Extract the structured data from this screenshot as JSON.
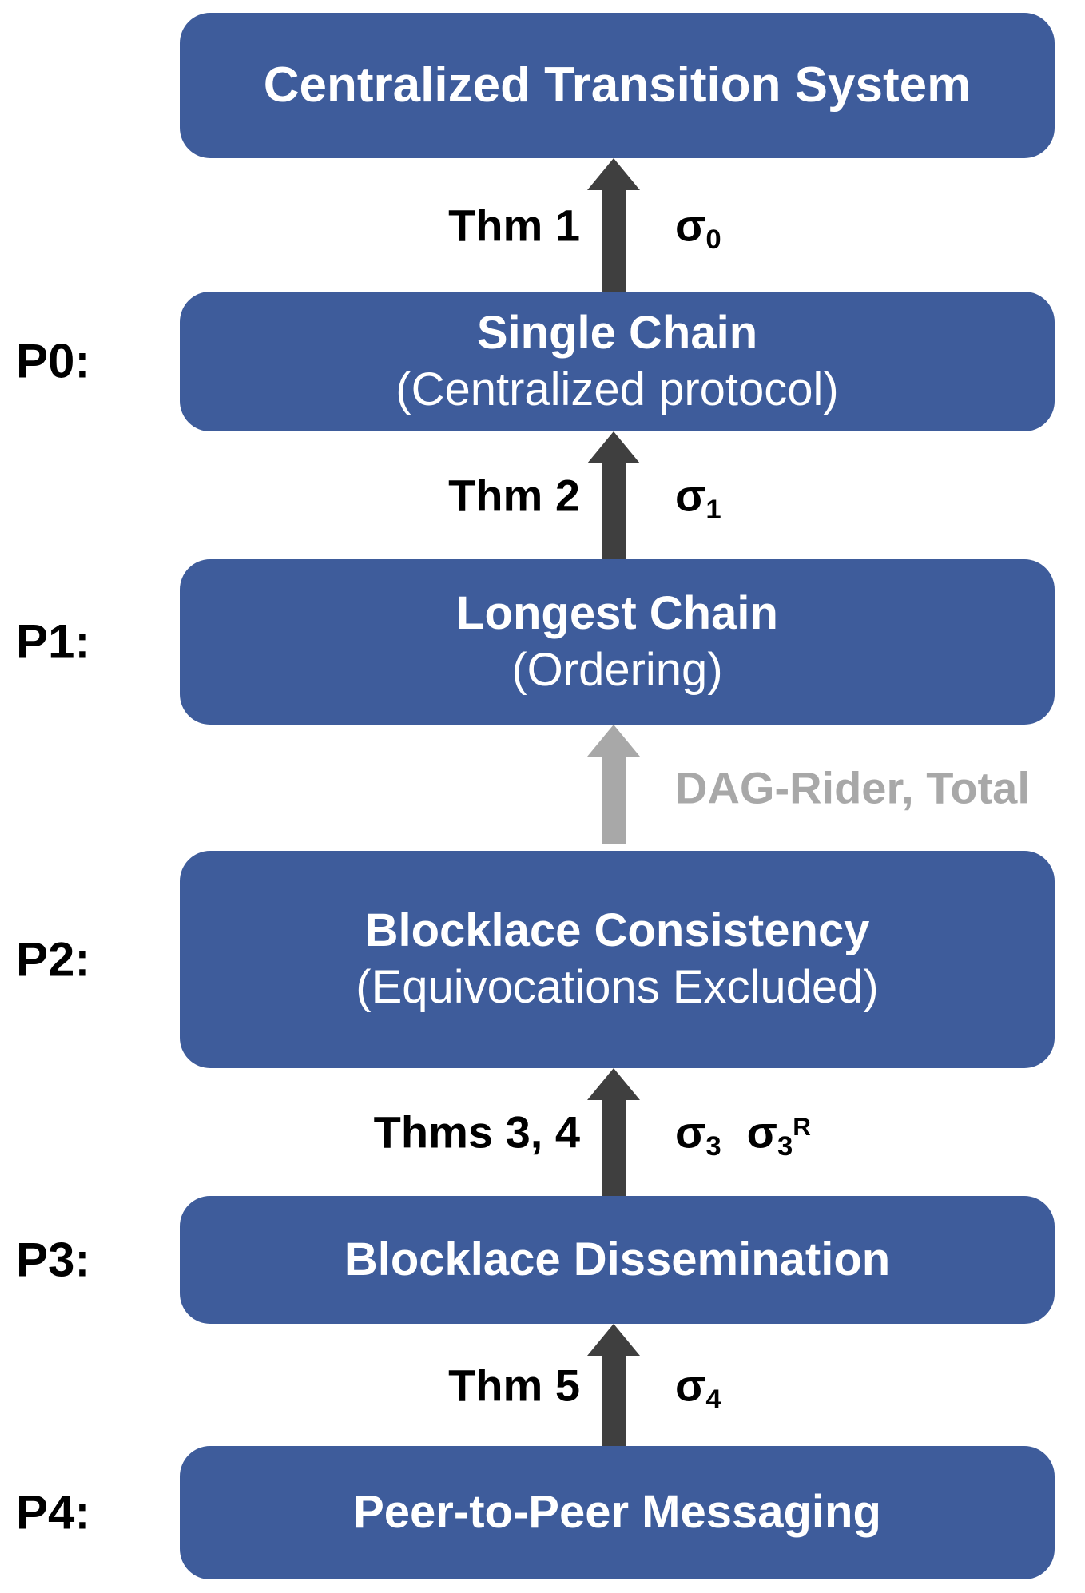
{
  "colors": {
    "box_fill": "#3E5C9B",
    "box_text": "#FFFFFF",
    "arrow_dark": "#3F3F3F",
    "arrow_gray": "#A8A8A8",
    "annotation_gray": "#A8A8A8",
    "label_text": "#000000",
    "background": "#FFFFFF"
  },
  "layers": [
    {
      "p_label": "",
      "title": "Centralized Transition System",
      "subtitle": ""
    },
    {
      "p_label": "P0:",
      "title": "Single Chain",
      "subtitle": "(Centralized protocol)"
    },
    {
      "p_label": "P1:",
      "title": "Longest Chain",
      "subtitle": "(Ordering)"
    },
    {
      "p_label": "P2:",
      "title": "Blocklace Consistency",
      "subtitle": "(Equivocations Excluded)"
    },
    {
      "p_label": "P3:",
      "title": "Blocklace Dissemination",
      "subtitle": ""
    },
    {
      "p_label": "P4:",
      "title": "Peer-to-Peer Messaging",
      "subtitle": ""
    }
  ],
  "transitions": [
    {
      "theorem": "Thm 1",
      "annotation": "",
      "sigmas": [
        {
          "base": "σ",
          "sub": "0",
          "sup": ""
        }
      ]
    },
    {
      "theorem": "Thm 2",
      "annotation": "",
      "sigmas": [
        {
          "base": "σ",
          "sub": "1",
          "sup": ""
        }
      ]
    },
    {
      "theorem": "",
      "annotation": "DAG-Rider, Total",
      "sigmas": []
    },
    {
      "theorem": "Thms 3, 4",
      "annotation": "",
      "sigmas": [
        {
          "base": "σ",
          "sub": "3",
          "sup": ""
        },
        {
          "base": "σ",
          "sub": "3",
          "sup": "R"
        }
      ]
    },
    {
      "theorem": "Thm 5",
      "annotation": "",
      "sigmas": [
        {
          "base": "σ",
          "sub": "4",
          "sup": ""
        }
      ]
    }
  ]
}
